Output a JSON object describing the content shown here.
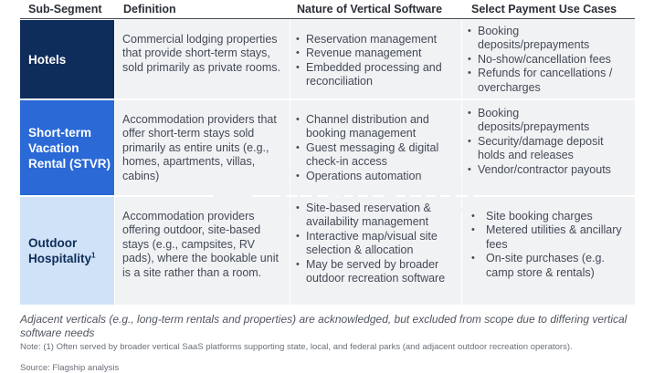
{
  "headers": {
    "segment": "Sub-Segment",
    "definition": "Definition",
    "nature": "Nature of Vertical Software",
    "payments": "Select Payment Use Cases"
  },
  "rows": [
    {
      "segment": "Hotels",
      "definition": "Commercial lodging properties that provide short-term stays, sold primarily as private rooms.",
      "nature": [
        "Reservation management",
        "Revenue management",
        "Embedded processing and reconciliation"
      ],
      "payments": [
        "Booking deposits/prepayments",
        "No-show/cancellation fees",
        "Refunds for cancellations / overcharges"
      ]
    },
    {
      "segment": "Short-term Vacation Rental (STVR)",
      "definition": "Accommodation providers that offer short-term stays sold primarily as entire units (e.g., homes, apartments, villas, cabins)",
      "nature": [
        "Channel distribution and booking management",
        "Guest messaging & digital check-in access",
        "Operations automation"
      ],
      "payments": [
        "Booking deposits/prepayments",
        "Security/damage deposit holds and releases",
        "Vendor/contractor payouts"
      ]
    },
    {
      "segment": "Outdoor Hospitality",
      "segment_sup": "1",
      "definition": "Accommodation providers offering outdoor, site-based stays (e.g., campsites, RV pads), where the bookable unit is a site rather than a room.",
      "nature": [
        "Site-based reservation & availability management",
        "Interactive map/visual site selection & allocation",
        "May be served by broader outdoor recreation software"
      ],
      "payments": [
        "Site booking charges",
        "Metered utilities & ancillary fees",
        "On-site purchases (e.g. camp store & rentals)"
      ]
    }
  ],
  "footer": {
    "adjacent": "Adjacent verticals (e.g., long-term rentals and properties) are acknowledged, but excluded from scope due to differing vertical software needs",
    "note": "Note: (1) Often served by broader vertical SaaS platforms supporting state, local, and federal parks (and adjacent outdoor recreation operators).",
    "source": "Source: Flagship analysis"
  },
  "colors": {
    "hotels": "#0f2d5a",
    "stvr": "#2a69d6",
    "outdoor": "#cfe2f7",
    "cell_bg": "#f1f2f4"
  },
  "watermark": "Flagship"
}
